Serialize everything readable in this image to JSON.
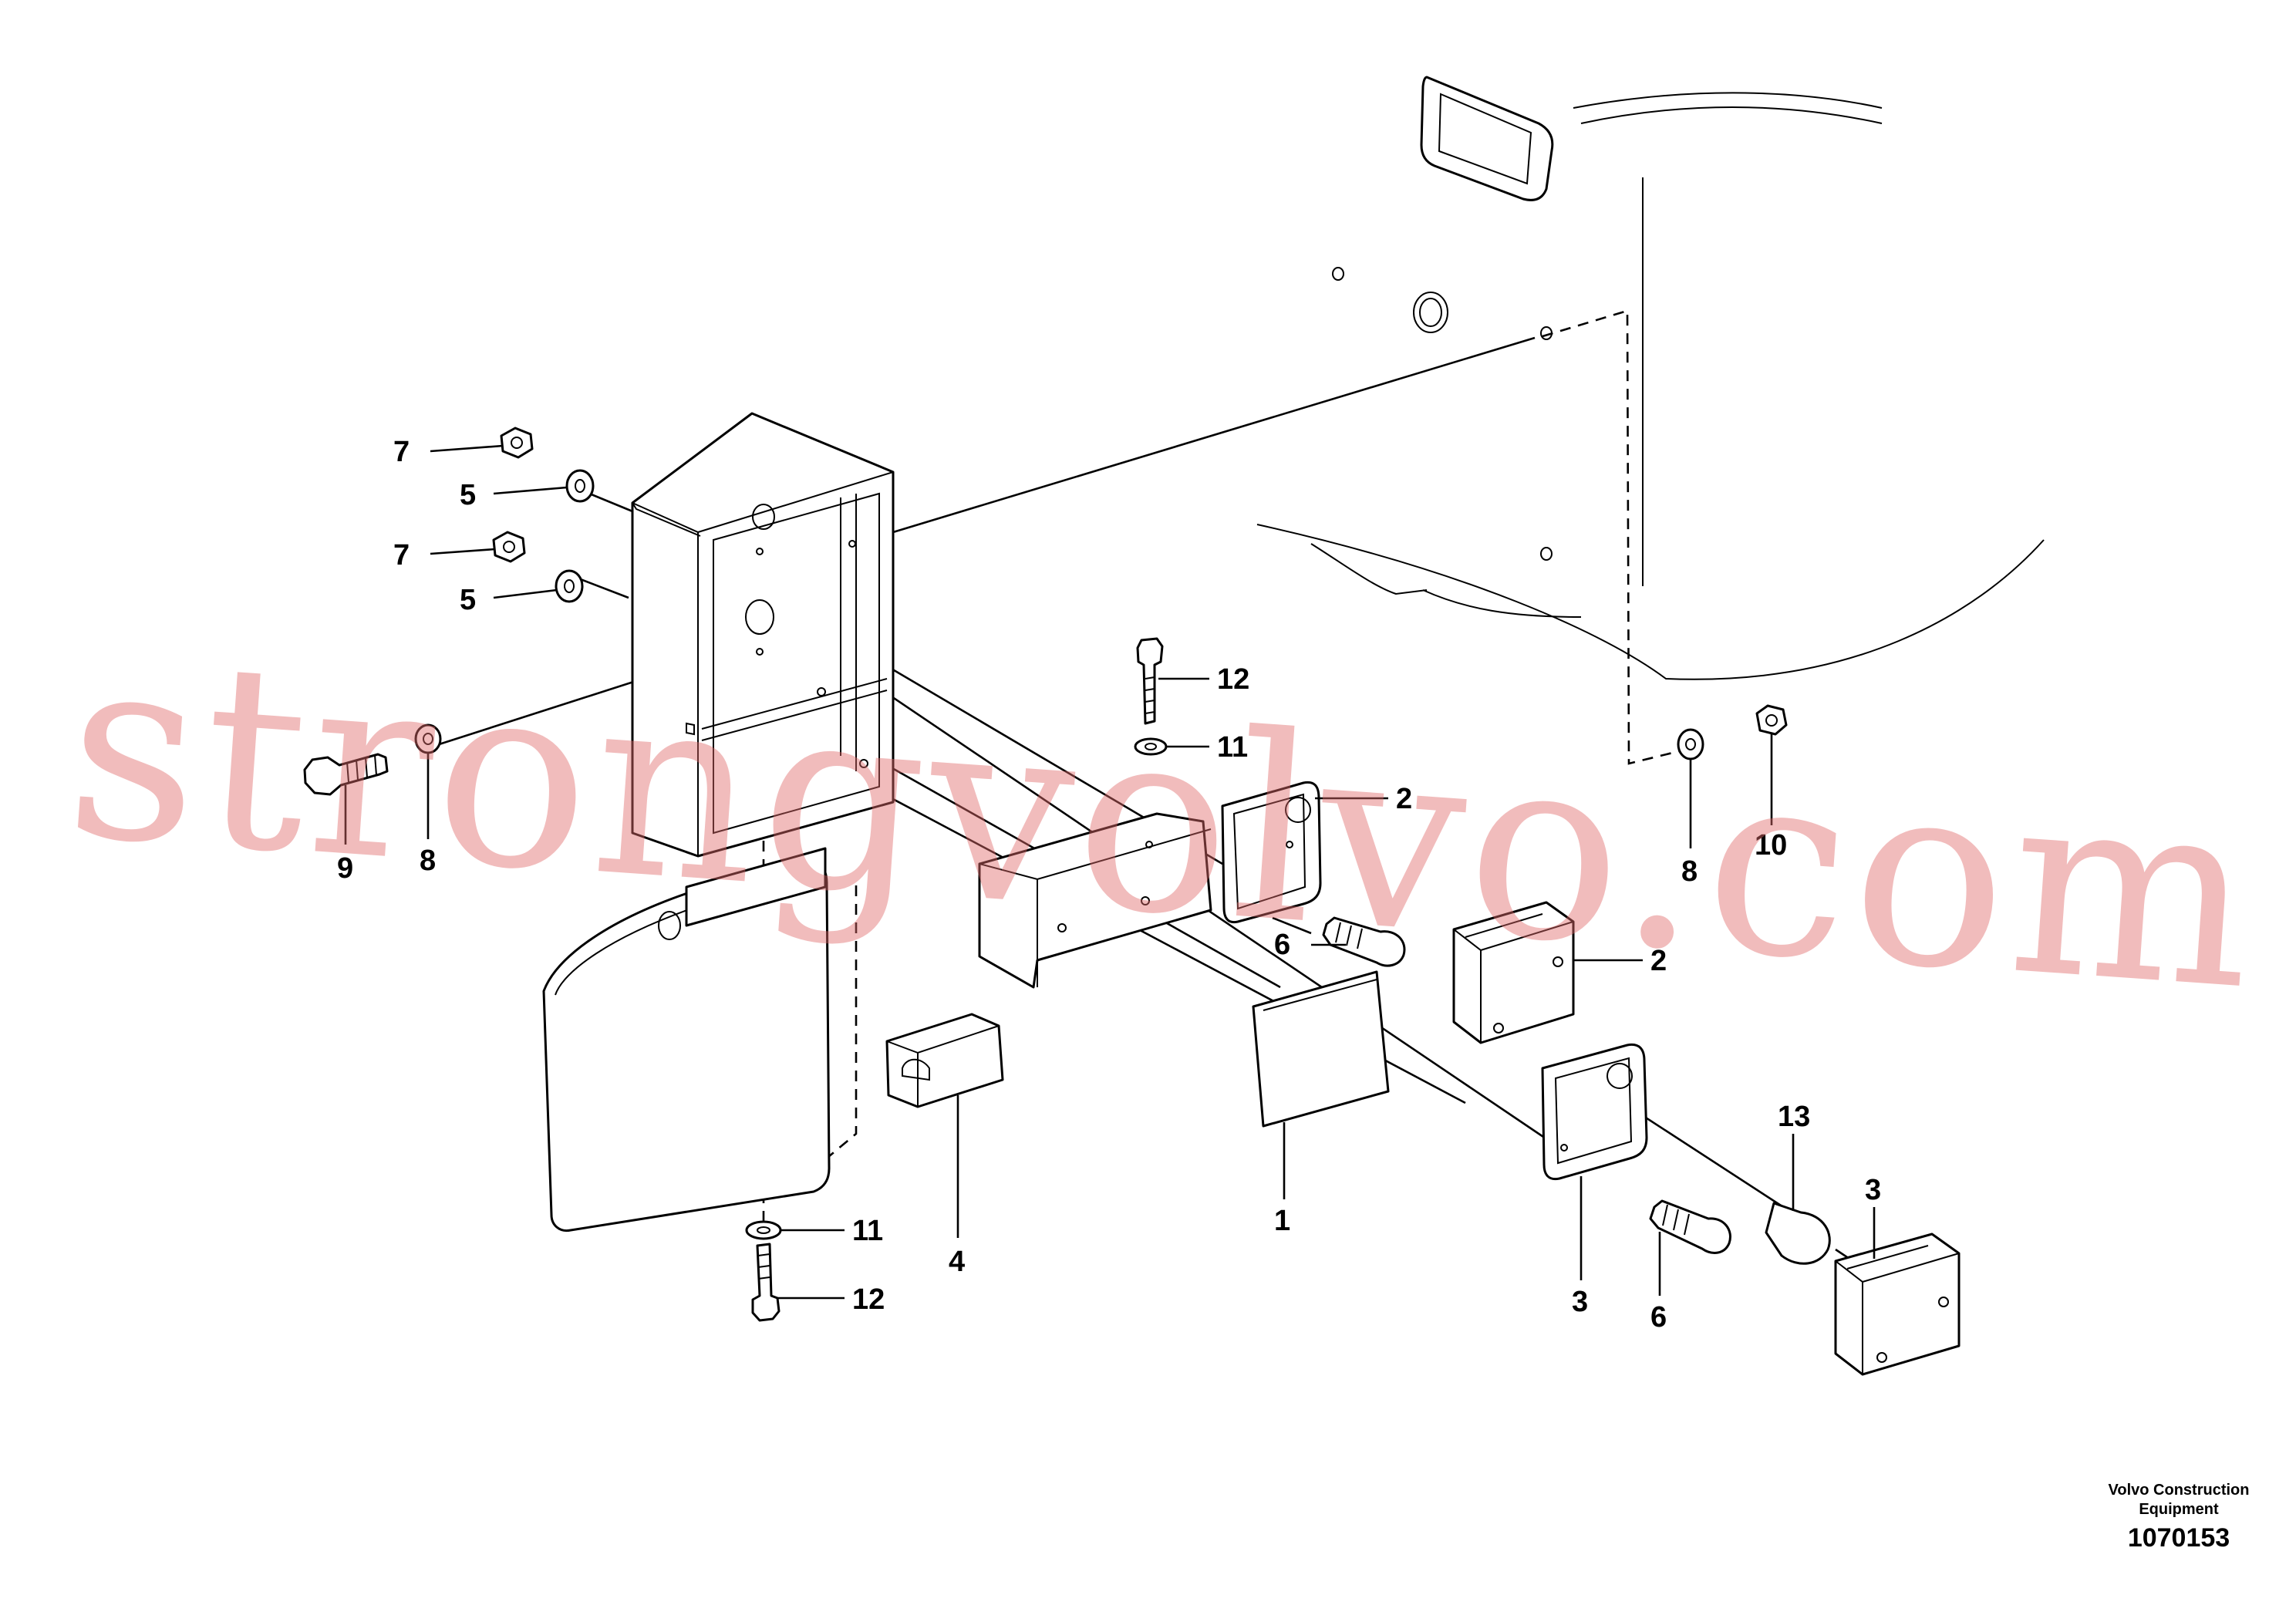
{
  "watermark": "strongvolvo.com",
  "credit": {
    "line1": "Volvo Construction",
    "line2": "Equipment"
  },
  "document_number": "1070153",
  "callouts": {
    "c7a": "7",
    "c5a": "5",
    "c7b": "7",
    "c5b": "5",
    "c12a": "12",
    "c11a": "11",
    "c9": "9",
    "c8a": "8",
    "c2a": "2",
    "c6a": "6",
    "c2b": "2",
    "c8b": "8",
    "c10": "10",
    "c11b": "11",
    "c12b": "12",
    "c4": "4",
    "c1": "1",
    "c13": "13",
    "c3a": "3",
    "c3b": "3",
    "c6b": "6"
  }
}
